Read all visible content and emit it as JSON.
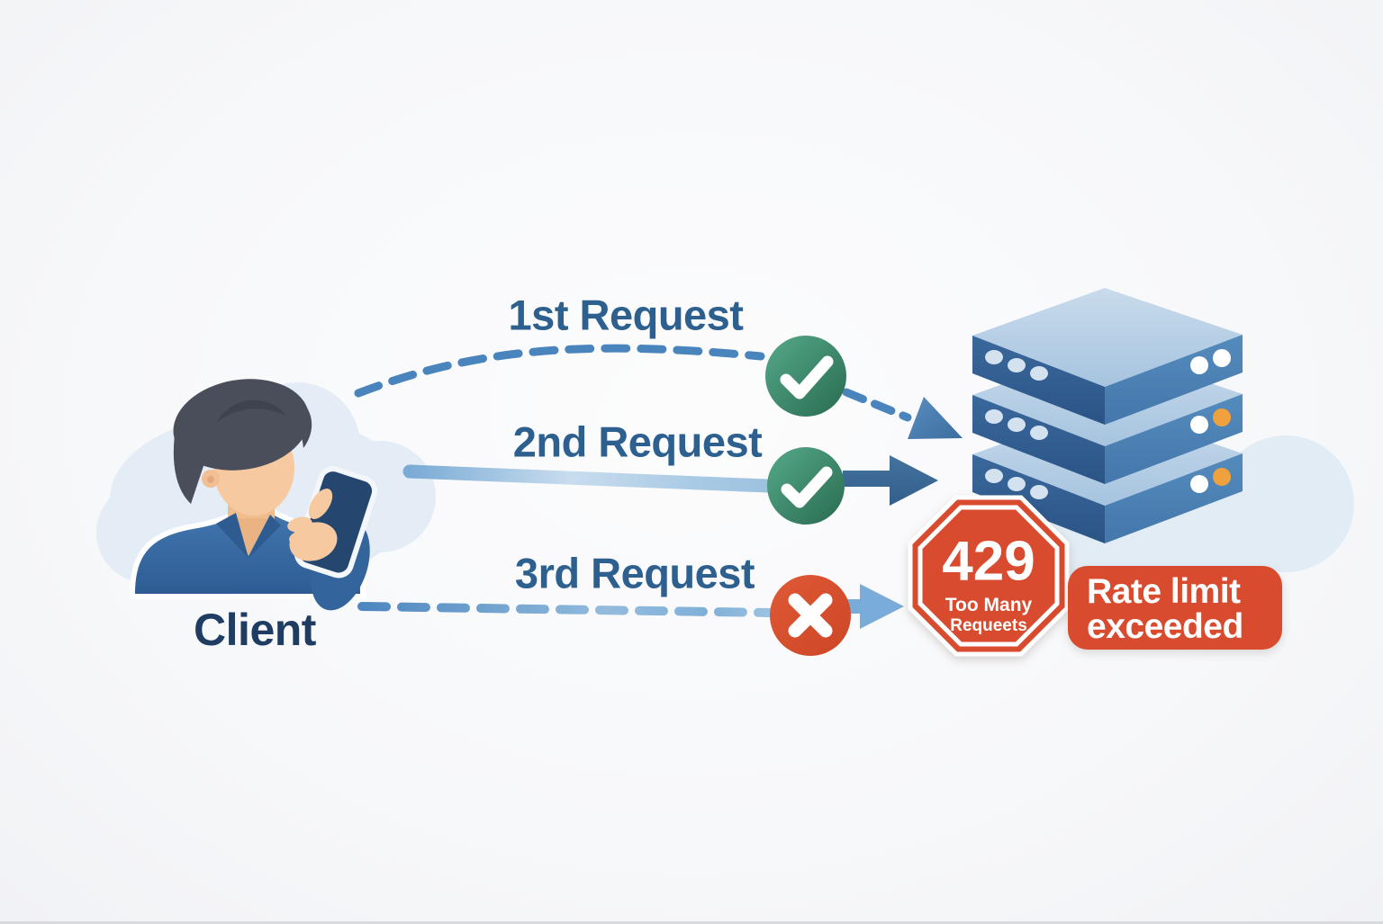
{
  "client": {
    "label": "Client"
  },
  "requests": [
    {
      "label": "1st Request",
      "icon": "check-icon",
      "line_style": "dashed-curve"
    },
    {
      "label": "2nd Request",
      "icon": "check-icon",
      "line_style": "solid-band"
    },
    {
      "label": "3rd Request",
      "icon": "x-icon",
      "line_style": "dashed-line"
    }
  ],
  "server": {
    "icon": "server-stack-icon",
    "layers": 3
  },
  "rate_limit": {
    "status_code": "429",
    "stop_sign_line1": "Too Many",
    "stop_sign_line2": "Requeets",
    "badge_line1": "Rate limit",
    "badge_line2": "exceeded"
  },
  "colors": {
    "background": "#f7f8fa",
    "request_label_blue": "#2d608f",
    "client_label_blue": "#1f3d63",
    "dashed_line_blue": "#4a84bd",
    "success_green": "#35795c",
    "error_red": "#d84b2e",
    "server_blue": "#4d83b7",
    "indicator_orange": "#efa13d"
  }
}
